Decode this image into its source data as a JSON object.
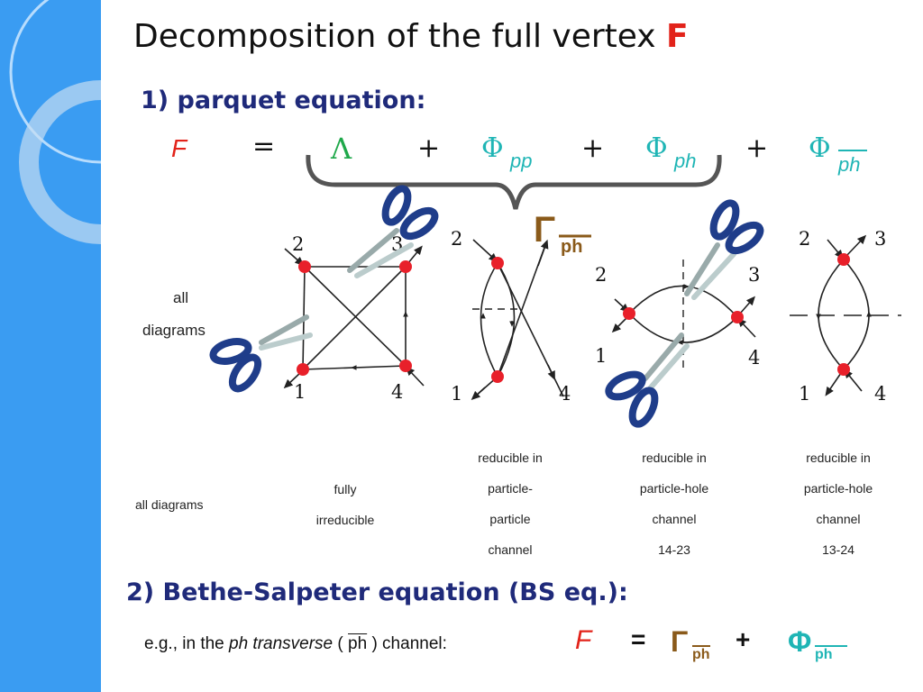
{
  "title": {
    "text": "Decomposition of the full vertex ",
    "F": "F"
  },
  "section1": {
    "heading": "1)  parquet equation:"
  },
  "parquet_equation": {
    "lhs": "F",
    "equals": "=",
    "plus": "+",
    "terms": [
      {
        "symbol": "Λ",
        "subscript": ""
      },
      {
        "symbol": "Φ",
        "subscript": "pp"
      },
      {
        "symbol": "Φ",
        "subscript": "ph"
      },
      {
        "symbol": "Φ",
        "subscript": "ph",
        "overline": true
      }
    ],
    "brace_label": {
      "symbol": "Γ",
      "subscript": "ph",
      "overline": true
    }
  },
  "row_label_all_diagrams_1": "all",
  "row_label_all_diagrams_2": "diagrams",
  "vertex_labels": {
    "one": "1",
    "two": "2",
    "three": "3",
    "four": "4"
  },
  "captions": {
    "all": [
      "all diagrams"
    ],
    "fully": [
      "fully",
      "irreducible"
    ],
    "pp": [
      "reducible in",
      "particle-",
      "particle",
      "channel"
    ],
    "ph": [
      "reducible in",
      "particle-hole",
      "channel",
      "14-23"
    ],
    "phbar": [
      "reducible in",
      "particle-hole",
      "channel",
      "13-24"
    ]
  },
  "section2": {
    "heading": "2)  Bethe-Salpeter equation (BS eq.):"
  },
  "bs_line": {
    "prefix": "e.g., in the ",
    "italic": "ph transverse",
    "paren_open": " ( ",
    "ph": "ph",
    "paren_close": " ) channel:",
    "F": "F",
    "equals": "=",
    "Gamma": "Γ",
    "gamma_sub": "ph",
    "plus": "+",
    "Phi": "Φ",
    "phi_sub": "ph"
  },
  "colors": {
    "red": "#e2231a",
    "cyan": "#1fb5b5",
    "brown": "#8a5a1a",
    "navy": "#1f2a7a",
    "sidebar": "#3a9cf2",
    "dot": "#e8202a",
    "scissor_blue": "#1f3d8a"
  }
}
